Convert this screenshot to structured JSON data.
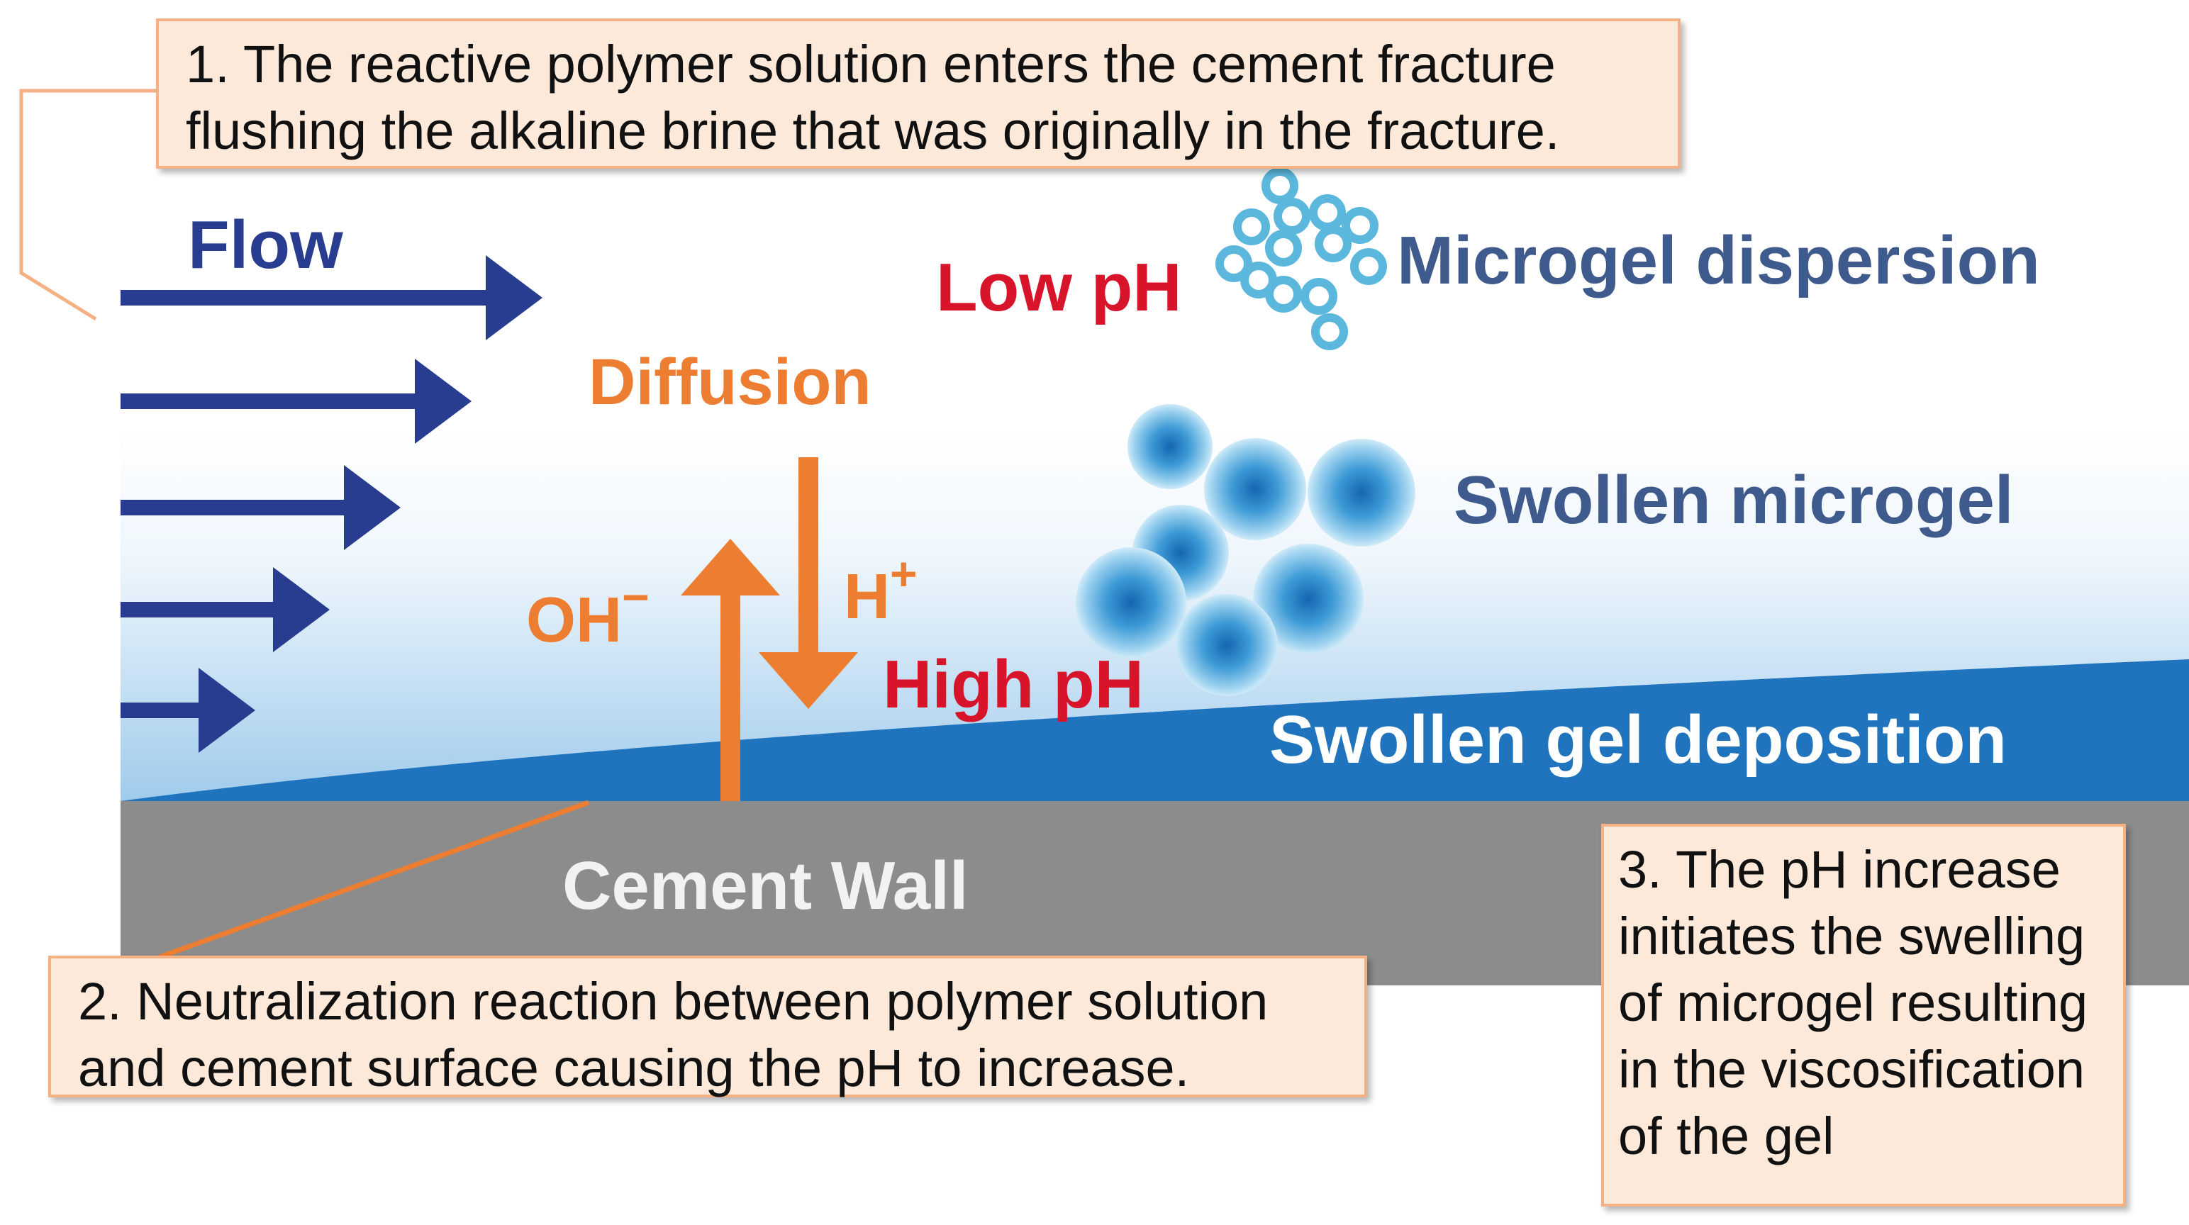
{
  "callouts": {
    "step1": {
      "lines": [
        "1. The reactive polymer solution enters the cement fracture",
        "flushing the alkaline brine that was originally in the fracture."
      ]
    },
    "step2": {
      "lines": [
        "2. Neutralization reaction between polymer solution",
        "and cement surface causing the pH to increase."
      ]
    },
    "step3": {
      "lines": [
        "3. The pH increase",
        "initiates the swelling",
        "of microgel resulting",
        "in the viscosification",
        "of the gel"
      ]
    }
  },
  "labels": {
    "flow": "Flow",
    "diffusion": "Diffusion",
    "low_ph": "Low pH",
    "high_ph": "High pH",
    "microgel_dispersion": "Microgel dispersion",
    "swollen_microgel": "Swollen microgel",
    "swollen_gel_deposition": "Swollen gel deposition",
    "cement_wall": "Cement Wall",
    "hydroxide_base": "OH",
    "hydroxide_charge": "−",
    "proton_base": "H",
    "proton_charge": "+"
  },
  "colors": {
    "flow_arrow": "#283d8f",
    "diffusion_arrow": "#ed7d31",
    "ph_text": "#d7142a",
    "label_blue": "#3f5a8c",
    "gel_deposition": "#1f74bd",
    "cement_wall": "#8c8c8c",
    "microgel_ring": "#5bb7dc",
    "swollen_microgel": "#2a8fd0",
    "callout_fill": "#fde9d9",
    "callout_border": "#f4b183"
  },
  "icons": [
    "flow-arrow-icon",
    "diffusion-arrow-icon",
    "microgel-particle-icon",
    "swollen-microgel-particle-icon"
  ]
}
